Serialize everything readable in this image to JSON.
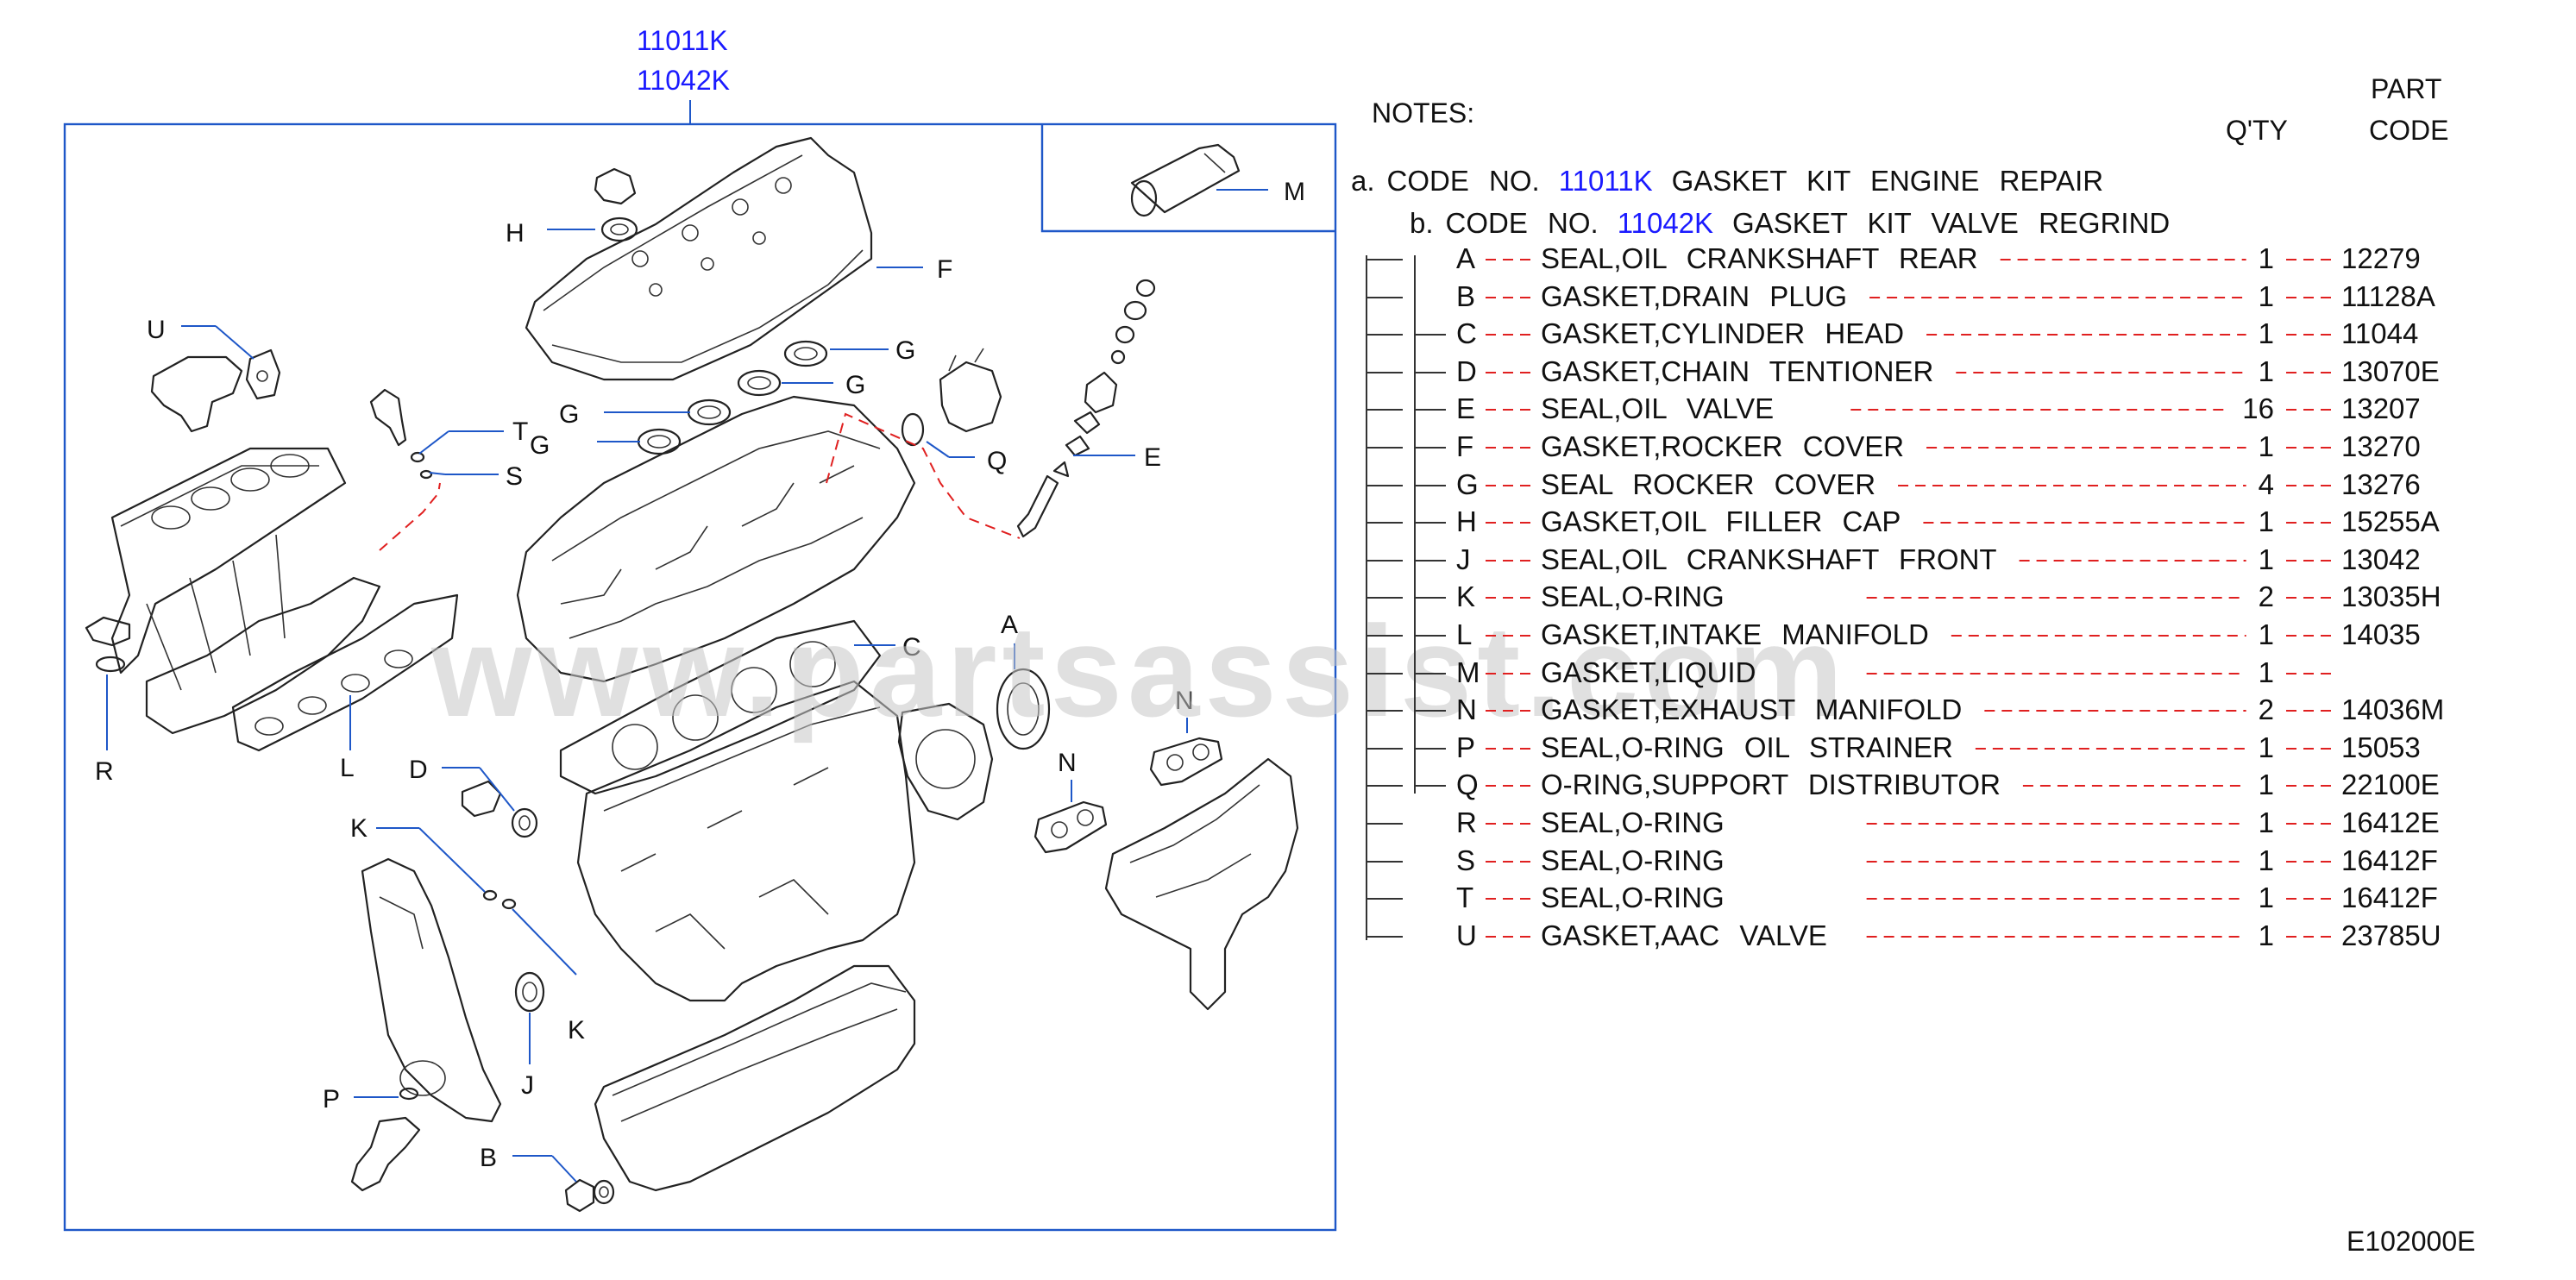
{
  "kit_codes": {
    "engine_repair": "11011K",
    "valve_regrind": "11042K"
  },
  "notes_label": "NOTES:",
  "headers": {
    "qty": "Q'TY",
    "part": "PART",
    "code": "CODE"
  },
  "kits": [
    {
      "letter": "a.",
      "prefix": "CODE NO.",
      "code": "11011K",
      "name": "GASKET KIT ENGINE REPAIR"
    },
    {
      "letter": "b.",
      "prefix": "CODE NO.",
      "code": "11042K",
      "name": "GASKET KIT VALVE REGRIND"
    }
  ],
  "parts": [
    {
      "letter": "A",
      "name": "SEAL,OIL CRANKSHAFT REAR",
      "qty": "1",
      "code": "12279"
    },
    {
      "letter": "B",
      "name": "GASKET,DRAIN PLUG",
      "qty": "1",
      "code": "11128A"
    },
    {
      "letter": "C",
      "name": "GASKET,CYLINDER HEAD",
      "qty": "1",
      "code": "11044"
    },
    {
      "letter": "D",
      "name": "GASKET,CHAIN TENTIONER",
      "qty": "1",
      "code": "13070E"
    },
    {
      "letter": "E",
      "name": "SEAL,OIL VALVE",
      "qty": "16",
      "code": "13207"
    },
    {
      "letter": "F",
      "name": "GASKET,ROCKER COVER",
      "qty": "1",
      "code": "13270"
    },
    {
      "letter": "G",
      "name": "SEAL ROCKER COVER",
      "qty": "4",
      "code": "13276"
    },
    {
      "letter": "H",
      "name": "GASKET,OIL FILLER CAP",
      "qty": "1",
      "code": "15255A"
    },
    {
      "letter": "J",
      "name": "SEAL,OIL CRANKSHAFT FRONT",
      "qty": "1",
      "code": "13042"
    },
    {
      "letter": "K",
      "name": "SEAL,O-RING",
      "qty": "2",
      "code": "13035H"
    },
    {
      "letter": "L",
      "name": "GASKET,INTAKE MANIFOLD",
      "qty": "1",
      "code": "14035"
    },
    {
      "letter": "M",
      "name": "GASKET,LIQUID",
      "qty": "1",
      "code": ""
    },
    {
      "letter": "N",
      "name": "GASKET,EXHAUST MANIFOLD",
      "qty": "2",
      "code": "14036M"
    },
    {
      "letter": "P",
      "name": "SEAL,O-RING OIL STRAINER",
      "qty": "1",
      "code": "15053"
    },
    {
      "letter": "Q",
      "name": "O-RING,SUPPORT DISTRIBUTOR",
      "qty": "1",
      "code": "22100E"
    },
    {
      "letter": "R",
      "name": "SEAL,O-RING",
      "qty": "1",
      "code": "16412E"
    },
    {
      "letter": "S",
      "name": "SEAL,O-RING",
      "qty": "1",
      "code": "16412F"
    },
    {
      "letter": "T",
      "name": "SEAL,O-RING",
      "qty": "1",
      "code": "16412F"
    },
    {
      "letter": "U",
      "name": "GASKET,AAC VALVE",
      "qty": "1",
      "code": "23785U"
    }
  ],
  "callouts": {
    "A": "A",
    "B": "B",
    "C": "C",
    "D": "D",
    "E": "E",
    "F": "F",
    "G": "G",
    "H": "H",
    "J": "J",
    "K": "K",
    "L": "L",
    "M": "M",
    "N": "N",
    "P": "P",
    "Q": "Q",
    "R": "R",
    "S": "S",
    "T": "T",
    "U": "U"
  },
  "watermark": "www.partsassist.com",
  "figure_id": "E102000E",
  "colors": {
    "code_blue": "#1a1aff",
    "leader_blue": "#1e57c8",
    "dash_red": "#e02020"
  }
}
